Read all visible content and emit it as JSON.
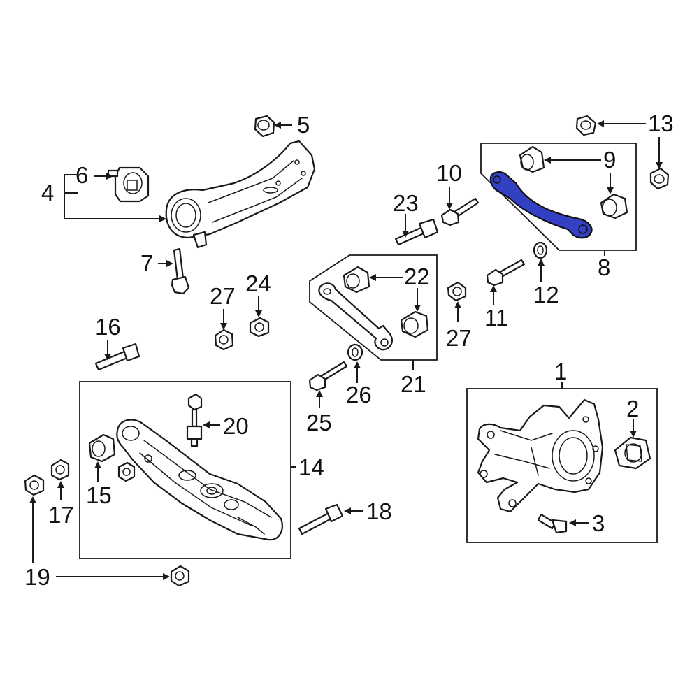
{
  "highlight_color": "#3340c4",
  "callouts": {
    "c1": "1",
    "c2": "2",
    "c3": "3",
    "c4": "4",
    "c5": "5",
    "c6": "6",
    "c7": "7",
    "c8": "8",
    "c9": "9",
    "c10": "10",
    "c11": "11",
    "c12": "12",
    "c13": "13",
    "c14": "14",
    "c15": "15",
    "c16": "16",
    "c17": "17",
    "c18": "18",
    "c19": "19",
    "c20": "20",
    "c21": "21",
    "c22": "22",
    "c23": "23",
    "c24": "24",
    "c25": "25",
    "c26": "26",
    "c27a": "27",
    "c27b": "27"
  }
}
